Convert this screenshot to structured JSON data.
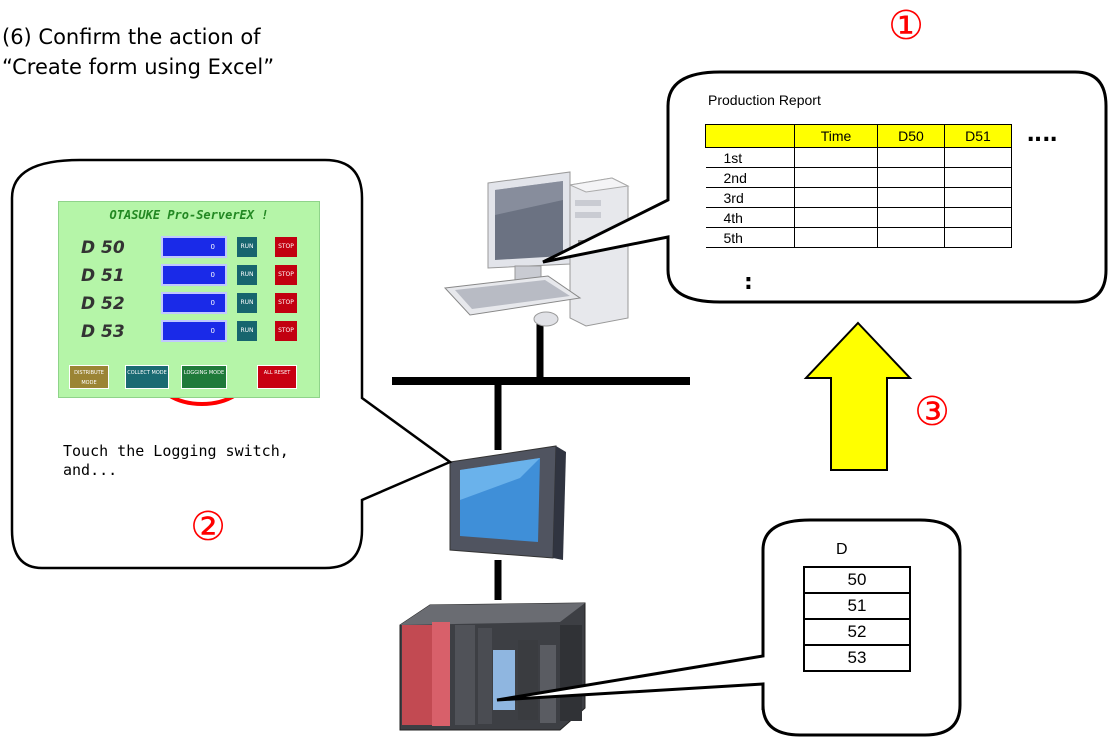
{
  "heading": {
    "line1": "(6) Confirm the action of",
    "line2": "“Create form using Excel”"
  },
  "markers": {
    "one": "①",
    "two": "②",
    "three": "③"
  },
  "report": {
    "title": "Production Report",
    "columns": [
      "",
      "Time",
      "D50",
      "D51"
    ],
    "rows": [
      "1st",
      "2nd",
      "3rd",
      "4th",
      "5th"
    ],
    "more_columns": "‥‥",
    "more_rows": ":"
  },
  "touch_panel": {
    "title": "OTASUKE Pro-ServerEX !",
    "rows": [
      {
        "label": "D 50",
        "value": "0",
        "run": "RUN",
        "stop": "STOP"
      },
      {
        "label": "D 51",
        "value": "0",
        "run": "RUN",
        "stop": "STOP"
      },
      {
        "label": "D 52",
        "value": "0",
        "run": "RUN",
        "stop": "STOP"
      },
      {
        "label": "D 53",
        "value": "0",
        "run": "RUN",
        "stop": "STOP"
      }
    ],
    "buttons": [
      {
        "label": "DISTRIBUTE MODE",
        "color": "#9b8434"
      },
      {
        "label": "COLLECT MODE",
        "color": "#1a6a72"
      },
      {
        "label": "LOGGING MODE",
        "color": "#1f7a3a"
      },
      {
        "label": "ALL RESET",
        "color": "#c80012"
      }
    ]
  },
  "touch_text": {
    "line1": "Touch the Logging switch,",
    "line2": "and..."
  },
  "device_table": {
    "header": "D",
    "rows": [
      "50",
      "51",
      "52",
      "53"
    ]
  },
  "colors": {
    "marker": "#ff0000",
    "arrow_fill": "#ffff00",
    "highlight_ring": "#ff0000",
    "table_header": "#ffff00"
  }
}
